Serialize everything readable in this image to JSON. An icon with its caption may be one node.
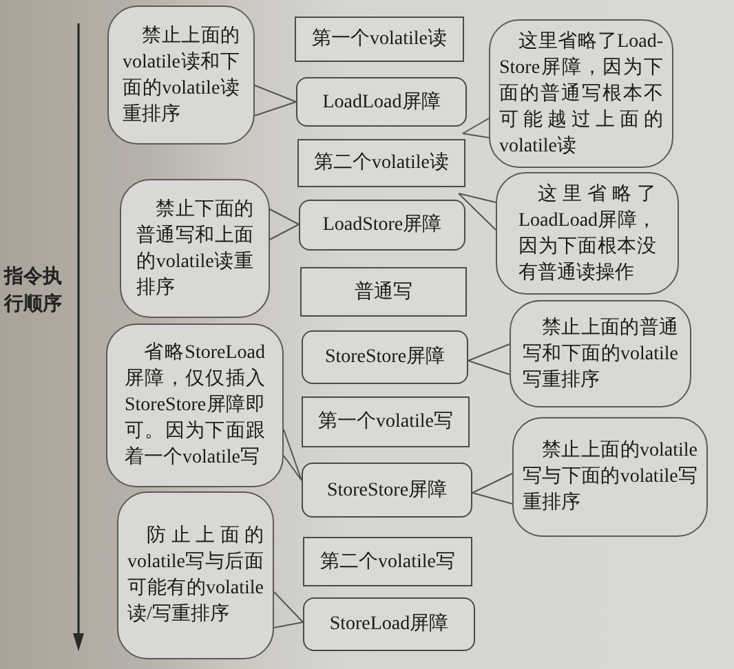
{
  "diagram": {
    "nodes": [
      {
        "text": [
          "禁止上面的volatile读和下面的volatile读重排序"
        ]
      },
      {
        "text": [
          "第一个volatile读"
        ]
      },
      {
        "text": [
          "这里省略了Load-Store屏障，因为下面的普通写根本不可能越过上面的volatile读"
        ]
      },
      {
        "text": [
          "LoadLoad屏障"
        ]
      },
      {
        "text": [
          "第二个volatile读"
        ]
      },
      {
        "text": [
          "这里省略了LoadLoad屏障，因为下面根本没有普通读操作"
        ]
      },
      {
        "text": [
          "禁止下面的普通写和上面的volatile读重排序"
        ]
      },
      {
        "text": [
          "LoadStore屏障"
        ]
      },
      {
        "text": [
          "普通写"
        ]
      },
      {
        "text": [
          "禁止上面的普通写和下面的volatile写重排序"
        ]
      },
      {
        "text": [
          "省略StoreLoad屏障，仅仅插入StoreStore屏障即可。因为下面跟着一个volatile写"
        ]
      },
      {
        "text": [
          "StoreStore屏障"
        ]
      },
      {
        "text": [
          "第一个volatile写"
        ]
      },
      {
        "text": [
          "禁止上面的volatile写与下面的volatile写重排序"
        ]
      },
      {
        "text": [
          "StoreStore屏障"
        ]
      },
      {
        "text": [
          "防止上面的volatile写与后面可能有的volatile读/写重排序"
        ]
      },
      {
        "text": [
          "第二个volatile写"
        ]
      },
      {
        "text": [
          "StoreLoad屏障"
        ]
      }
    ],
    "edges": [
      {
        "from": 0,
        "to": 3,
        "arrow": "none"
      },
      {
        "from": 2,
        "to": null,
        "arrow": "none"
      },
      {
        "from": 5,
        "to": null,
        "arrow": "none"
      },
      {
        "from": 6,
        "to": 7,
        "arrow": "none"
      },
      {
        "from": 9,
        "to": 11,
        "arrow": "none"
      },
      {
        "from": 10,
        "to": 14,
        "arrow": "none"
      },
      {
        "from": 13,
        "to": 14,
        "arrow": "none"
      },
      {
        "from": 15,
        "to": 17,
        "arrow": "none"
      }
    ],
    "labels": [
      "指令执行顺序"
    ]
  }
}
